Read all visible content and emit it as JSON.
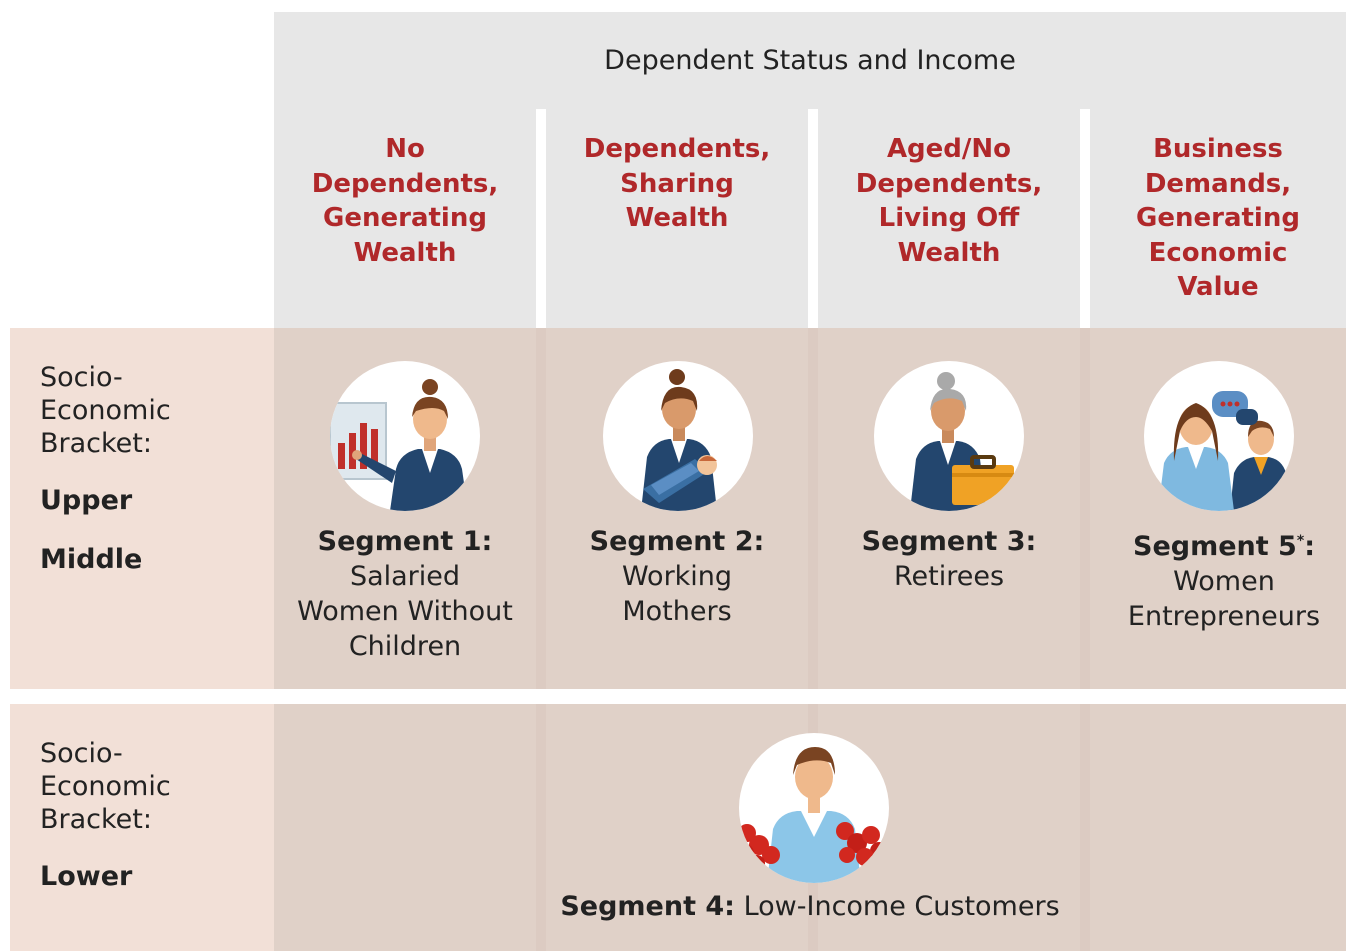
{
  "header": {
    "title": "Dependent Status and Income"
  },
  "columns": [
    {
      "title_lines": [
        "No",
        "Dependents,",
        "Generating",
        "Wealth"
      ]
    },
    {
      "title_lines": [
        "Dependents,",
        "Sharing",
        "Wealth"
      ]
    },
    {
      "title_lines": [
        "Aged/No",
        "Dependents,",
        "Living Off",
        "Wealth"
      ]
    },
    {
      "title_lines": [
        "Business",
        "Demands,",
        "Generating",
        "Economic",
        "Value"
      ]
    }
  ],
  "rows": {
    "upper": {
      "label_lines": [
        "Socio-",
        "Economic",
        "Bracket:"
      ],
      "level_lines": [
        "Upper",
        "Middle"
      ]
    },
    "lower": {
      "label_lines": [
        "Socio-",
        "Economic",
        "Bracket:"
      ],
      "level_lines": [
        "Lower"
      ]
    }
  },
  "segments": [
    {
      "title": "Segment 1:",
      "desc_lines": [
        "Salaried",
        "Women Without",
        "Children"
      ],
      "icon": "presenter-woman-icon"
    },
    {
      "title": "Segment 2:",
      "desc_lines": [
        "Working",
        "Mothers"
      ],
      "icon": "mother-with-baby-icon"
    },
    {
      "title": "Segment 3:",
      "desc_lines": [
        "Retirees"
      ],
      "icon": "retiree-with-briefcase-icon"
    },
    {
      "title_main": "Segment 5",
      "title_sup": "*",
      "title_end": ":",
      "desc_lines": [
        "Women",
        "Entrepreneurs"
      ],
      "icon": "entrepreneurs-talking-icon"
    },
    {
      "title": "Segment 4:",
      "desc": "Low-Income Customers",
      "icon": "vendor-with-tomatoes-icon"
    }
  ],
  "colors": {
    "accent": "#b0282a",
    "header_bg": "#e7e7e7",
    "cell_bg": "#e0d1c8",
    "label_bg": "#f2e0d7"
  }
}
